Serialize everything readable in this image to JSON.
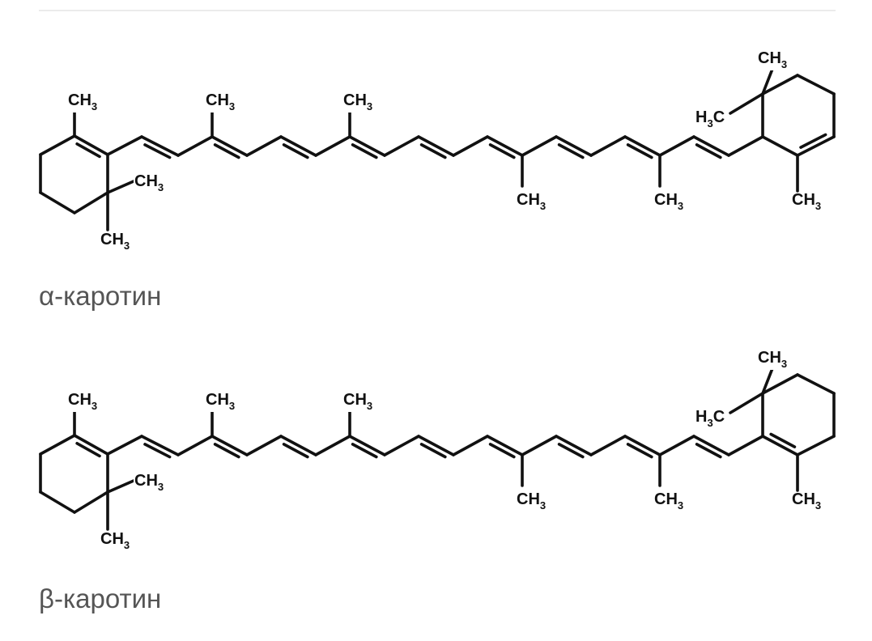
{
  "molecules": [
    {
      "id": "alpha",
      "caption": "α-каротин",
      "group_labels": [
        {
          "main": "CH",
          "sub": "3",
          "pos": "left-ring-top"
        },
        {
          "main": "CH",
          "sub": "3",
          "pos": "left-ring-gem-a"
        },
        {
          "main": "CH",
          "sub": "3",
          "pos": "left-ring-gem-b"
        },
        {
          "main": "CH",
          "sub": "3",
          "pos": "chain-up-1"
        },
        {
          "main": "CH",
          "sub": "3",
          "pos": "chain-up-2"
        },
        {
          "main": "CH",
          "sub": "3",
          "pos": "chain-down-1"
        },
        {
          "main": "CH",
          "sub": "3",
          "pos": "chain-down-2"
        },
        {
          "main": "CH",
          "sub": "3",
          "pos": "right-ring-gem-top"
        },
        {
          "main": "H",
          "sub": "3",
          "suffix": "C",
          "pos": "right-ring-gem-left"
        },
        {
          "main": "CH",
          "sub": "3",
          "pos": "right-ring-bottom"
        }
      ]
    },
    {
      "id": "beta",
      "caption": "β-каротин",
      "group_labels": [
        {
          "main": "CH",
          "sub": "3",
          "pos": "left-ring-top"
        },
        {
          "main": "CH",
          "sub": "3",
          "pos": "left-ring-gem-a"
        },
        {
          "main": "CH",
          "sub": "3",
          "pos": "left-ring-gem-b"
        },
        {
          "main": "CH",
          "sub": "3",
          "pos": "chain-up-1"
        },
        {
          "main": "CH",
          "sub": "3",
          "pos": "chain-up-2"
        },
        {
          "main": "CH",
          "sub": "3",
          "pos": "chain-down-1"
        },
        {
          "main": "CH",
          "sub": "3",
          "pos": "chain-down-2"
        },
        {
          "main": "CH",
          "sub": "3",
          "pos": "right-ring-gem-top"
        },
        {
          "main": "H",
          "sub": "3",
          "suffix": "C",
          "pos": "right-ring-gem-left"
        },
        {
          "main": "CH",
          "sub": "3",
          "pos": "right-ring-bottom"
        }
      ]
    }
  ]
}
